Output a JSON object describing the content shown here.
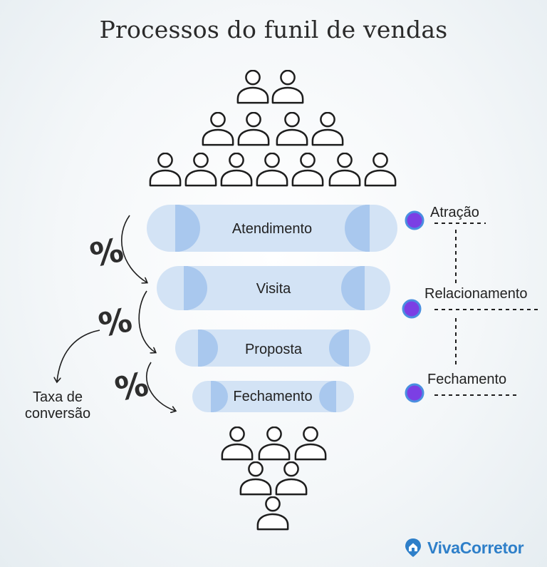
{
  "title": "Processos do funil de vendas",
  "funnel_stages": [
    "Atendimento",
    "Visita",
    "Proposta",
    "Fechamento"
  ],
  "conversion_symbol": "%",
  "conversion_label_line1": "Taxa de",
  "conversion_label_line2": "conversão",
  "side_stages": [
    "Atração",
    "Relacionamento",
    "Fechamento"
  ],
  "top_people_rows": [
    2,
    4,
    7
  ],
  "bottom_people_rows": [
    3,
    2,
    1
  ],
  "brand": "VivaCorretor",
  "colors": {
    "bar_fill": "#cfe0f5",
    "bar_cap": "#a9c8ee",
    "dot_fill": "#7b3fe4",
    "dot_ring": "#4a8fe0",
    "brand": "#2e7fc9"
  }
}
